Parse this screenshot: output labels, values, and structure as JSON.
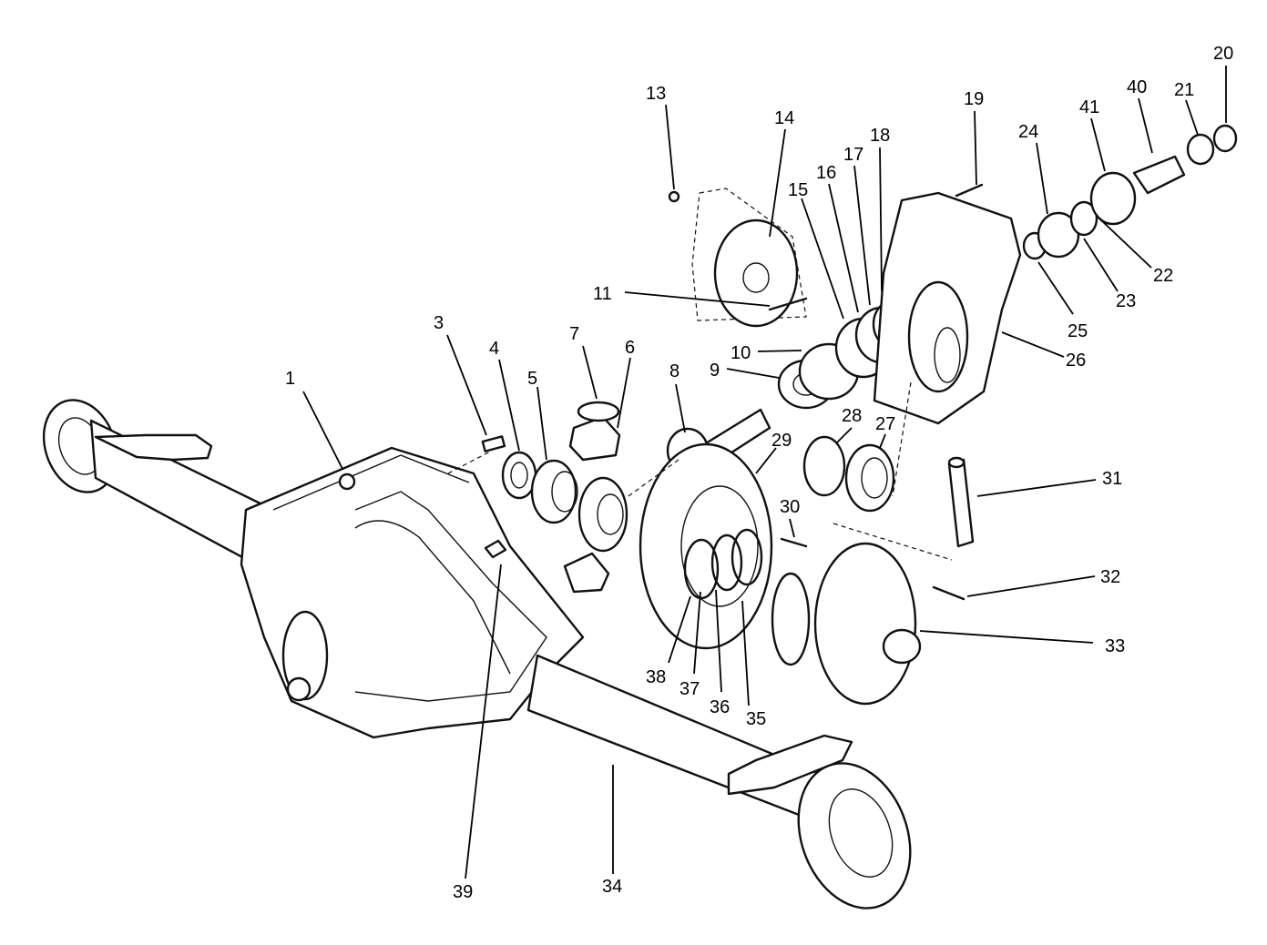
{
  "callouts": {
    "c1": "1",
    "c3": "3",
    "c4": "4",
    "c5": "5",
    "c6": "6",
    "c7": "7",
    "c8": "8",
    "c9": "9",
    "c10": "10",
    "c11": "11",
    "c13": "13",
    "c14": "14",
    "c15": "15",
    "c16": "16",
    "c17": "17",
    "c18": "18",
    "c19": "19",
    "c20": "20",
    "c21": "21",
    "c22": "22",
    "c23": "23",
    "c24": "24",
    "c25": "25",
    "c26": "26",
    "c27": "27",
    "c28": "28",
    "c29": "29",
    "c30": "30",
    "c31": "31",
    "c32": "32",
    "c33": "33",
    "c34": "34",
    "c35": "35",
    "c36": "36",
    "c37": "37",
    "c38": "38",
    "c39": "39",
    "c40": "40",
    "c41": "41"
  },
  "colors": {
    "ink": "#111111",
    "paper": "#ffffff"
  }
}
